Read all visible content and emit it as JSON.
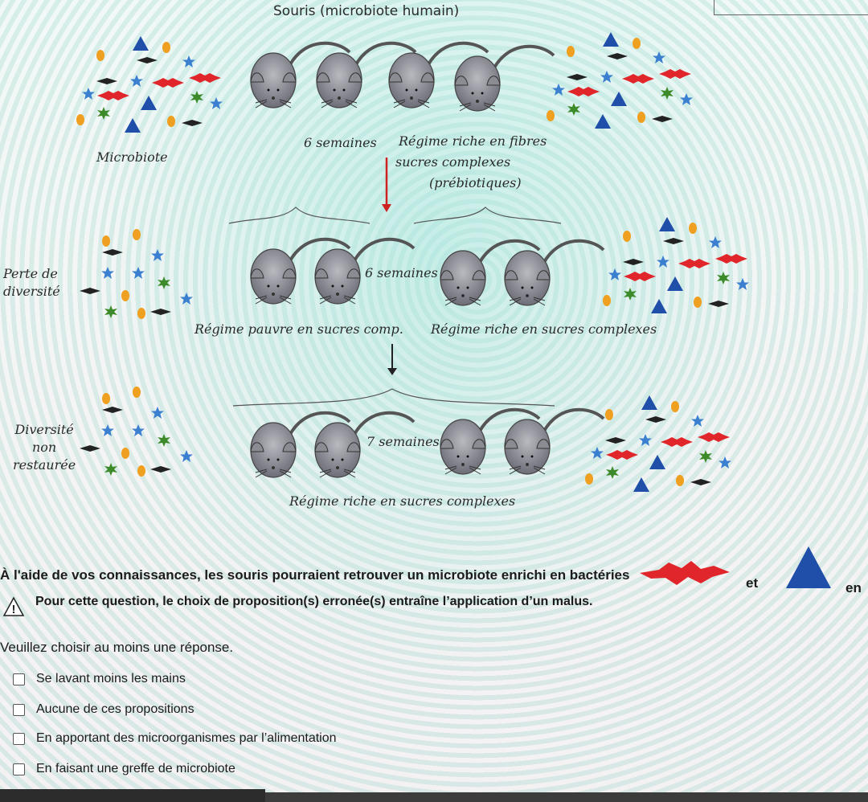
{
  "diagram": {
    "title": "Souris (microbiote humain)",
    "microbiote_label": "Microbiote",
    "step1_duration": "6 semaines",
    "step1_diet_line1": "Régime riche en fibres",
    "step1_diet_line2": "sucres complexes",
    "step1_diet_line3": "(prébiotiques)",
    "left_label_1_line1": "Perte de",
    "left_label_1_line2": "diversité",
    "step2_duration": "6 semaines",
    "step2_diet_poor": "Régime  pauvre en sucres comp.",
    "step2_diet_rich": "Régime riche en sucres complexes",
    "left_label_2_line1": "Diversité",
    "left_label_2_line2": "non",
    "left_label_2_line3": "restaurée",
    "step3_duration": "7 semaines",
    "step3_diet": "Régime riche en sucres complexes",
    "colors": {
      "blue": "#1f4fa8",
      "red": "#e0262b",
      "green": "#3c8a2a",
      "orange": "#f0a020",
      "black": "#222222",
      "star": "#3b7fd0"
    }
  },
  "question": {
    "text": "À l'aide de vos connaissances, les souris pourraient retrouver un microbiote enrichi en bactéries",
    "and": "et",
    "in": "en",
    "warning": "Pour cette question, le choix de proposition(s) erronée(s) entraîne l’application d’un malus.",
    "warning_icon": "warning-triangle-icon",
    "prompt": "Veuillez choisir au moins une réponse.",
    "options": [
      "Se lavant moins les mains",
      "Aucune de ces propositions",
      "En apportant des microorganismes par l’alimentation",
      "En faisant une greffe de microbiote"
    ]
  }
}
